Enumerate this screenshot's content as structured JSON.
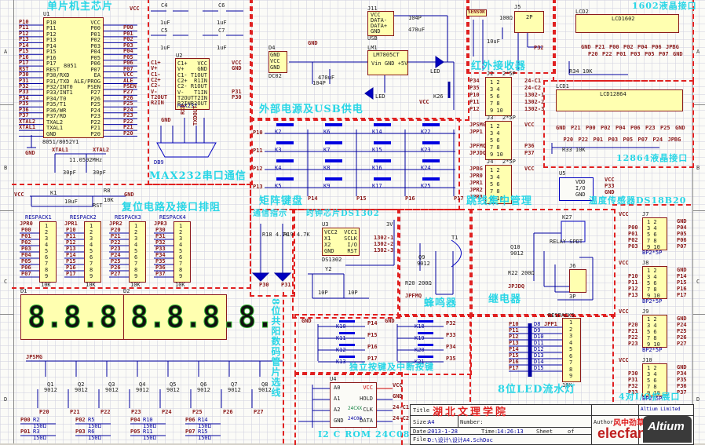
{
  "schematic": {
    "sections": [
      {
        "id": "mcu",
        "title": "单片机主芯片"
      },
      {
        "id": "max232",
        "title": "MAX232串口通信"
      },
      {
        "id": "power",
        "title": "外部电源及USB供电"
      },
      {
        "id": "ir",
        "title": "红外接收器"
      },
      {
        "id": "lcd1602",
        "title": "1602液晶接口"
      },
      {
        "id": "lcd12864",
        "title": "12864液晶接口"
      },
      {
        "id": "matrix",
        "title": "矩阵键盘"
      },
      {
        "id": "jumper",
        "title": "跳线集中管理"
      },
      {
        "id": "ds18b20",
        "title": "温度传感器DS18B20"
      },
      {
        "id": "reset",
        "title": "复位电路及接口排阻"
      },
      {
        "id": "comm",
        "title": "通信指示"
      },
      {
        "id": "clock",
        "title": "时钟芯片DS1302"
      },
      {
        "id": "buzzer",
        "title": "蜂鸣器"
      },
      {
        "id": "relay",
        "title": "继电器"
      },
      {
        "id": "seg",
        "title": "8位共阳数码管片选线"
      },
      {
        "id": "keys",
        "title": "独立按键及中断按键"
      },
      {
        "id": "leds",
        "title": "8位LED流水灯"
      },
      {
        "id": "io",
        "title": "4对I/O扩展口"
      },
      {
        "id": "eeprom",
        "title": "I2 C ROM 24C08"
      }
    ],
    "mcu": {
      "ref": "U1",
      "part": "8051",
      "footer": "8051/8052Y1",
      "left_pins": [
        "P10",
        "P11",
        "P12",
        "P13",
        "P14",
        "P15",
        "P16",
        "P17",
        "REST",
        "P30/RXD",
        "P31/TXD",
        "P32/INT0",
        "P33/INT1",
        "P34/T0",
        "P35/T1",
        "P36/WR",
        "P37/RD",
        "TXAL2",
        "TXAL1",
        "GND"
      ],
      "left_nets": [
        "P10",
        "P11",
        "P12",
        "P13",
        "P14",
        "P15",
        "P16",
        "P17",
        "RST",
        "P30",
        "P31",
        "P32",
        "P33",
        "P34",
        "P35",
        "P36",
        "P37",
        "XTAL2",
        "XTAL1",
        ""
      ],
      "right_pins": [
        "VCC",
        "P00",
        "P01",
        "P02",
        "P03",
        "P04",
        "P05",
        "P06",
        "P07",
        "EA",
        "ALE/PROG",
        "PSEN",
        "P27",
        "P26",
        "P25",
        "P24",
        "P23",
        "P22",
        "P21",
        "P20"
      ],
      "right_nets": [
        "",
        "P00",
        "P01",
        "P02",
        "P03",
        "P04",
        "P05",
        "P06",
        "P07",
        "VCC",
        "ALE",
        "PSEN",
        "P27",
        "P26",
        "P25",
        "P24",
        "P23",
        "P22",
        "P21",
        "P20"
      ],
      "crystal": "11.0592MHz",
      "c1": "30pF",
      "c3": "30pF",
      "xtal1": "XTAL1",
      "xtal2": "XTAL2",
      "vcc": "VCC",
      "gnd": "GND"
    },
    "max232": {
      "ref": "U2",
      "part": "MAX232",
      "left_pins": [
        "C1+",
        "V+",
        "C1-",
        "C2+",
        "C2-",
        "V-",
        "T2OUT",
        "R2IN"
      ],
      "right_pins": [
        "VCC",
        "GND",
        "T1OUT",
        "R1IN",
        "R1OUT",
        "T1IN",
        "T2IN",
        "R2OUT"
      ],
      "right_nets": [
        "VCC",
        "GND",
        "",
        "",
        "",
        "P31",
        "P30",
        ""
      ],
      "caps": [
        {
          "ref": "C4",
          "val": "1uF"
        },
        {
          "ref": "C5",
          "val": "1uF"
        },
        {
          "ref": "C6",
          "val": "1uF"
        },
        {
          "ref": "C7",
          "val": "1uF"
        }
      ],
      "connector": "DB9",
      "db9_labels": [
        "GND",
        "RXD",
        "TXDOUT"
      ]
    },
    "power": {
      "usb": {
        "ref": "J11",
        "name": "USB",
        "pins": [
          "VCC",
          "DATA-",
          "DATA+",
          "GND"
        ]
      },
      "dc": {
        "ref": "D4",
        "name": "DC02",
        "pins": [
          "GND",
          "VCC",
          "GND"
        ]
      },
      "regulator": {
        "ref": "LM1",
        "part": "LM7805CT",
        "pins": "Vin GND +5V"
      },
      "c9": "104P",
      "c10": "470uF",
      "c12": "104P",
      "c13": "470uF",
      "d7": "LED",
      "d6": "LED",
      "switch": "K26",
      "vcc": "VCC",
      "gnd": "GND"
    },
    "ir": {
      "sensor": "SENSOR",
      "ref": "J5",
      "part": "2P",
      "r21": "100Ω",
      "c14": "10uF",
      "net": "P32"
    },
    "lcd1602": {
      "ref": "LCD2",
      "part": "LCD1602",
      "nets": [
        "GND",
        "P20",
        "P21",
        "P22",
        "P00",
        "P01",
        "P02",
        "P03",
        "P04",
        "P05",
        "P06",
        "P07",
        "JPBG",
        "GND"
      ],
      "pot": "R34 10K"
    },
    "lcd12864": {
      "ref": "LCD1",
      "part": "LCD12864",
      "nets": [
        "GND",
        "P20",
        "P21",
        "P22",
        "P00",
        "P01",
        "P02",
        "P03",
        "P04",
        "P05",
        "P06",
        "P07",
        "P23",
        "P24",
        "P25",
        "JPBG",
        "GND"
      ],
      "pot": "R33 10K"
    },
    "matrix": {
      "rows": [
        "P10",
        "P11",
        "P12",
        "P13"
      ],
      "cols": [
        "P14",
        "P15",
        "P16",
        "P17"
      ],
      "keys": [
        [
          "K2",
          "K6",
          "K14",
          "K22"
        ],
        [
          "K3",
          "K7",
          "K15",
          "K23"
        ],
        [
          "K4",
          "K8",
          "K16",
          "K24"
        ],
        [
          "K5",
          "K9",
          "K17",
          "K25"
        ]
      ]
    },
    "jumper": {
      "headers": [
        {
          "ref": "J2",
          "part": "2*5P",
          "left": [
            "P34",
            "P35",
            "P10",
            "P11",
            "P12"
          ],
          "right": [
            "24-C1",
            "24-C2",
            "1302-1",
            "1302-2",
            "1302-3"
          ]
        },
        {
          "ref": "J3",
          "part": "2*5P",
          "left": [
            "JPSMG",
            "JPP1",
            "",
            "JPFMQ",
            "JPJDQ"
          ],
          "right": [
            "VCC",
            "",
            "",
            "P36",
            "P37"
          ]
        },
        {
          "ref": "J4",
          "part": "2*5P",
          "left": [
            "JPBG",
            "JPR0",
            "JPR1",
            "JPR2",
            "JPR3"
          ],
          "right": [
            "VCC",
            "",
            "",
            "",
            ""
          ]
        }
      ]
    },
    "ds18b20": {
      "ref": "U5",
      "part": "DS18B20",
      "pins": [
        "VDD",
        "I/O",
        "GND"
      ],
      "nets": [
        "VCC",
        "P33",
        "GND"
      ]
    },
    "reset": {
      "r1": "K1",
      "r8": "R8",
      "r8_val": "10K",
      "c2": "10uF",
      "net": "RST",
      "vcc": "VCC",
      "gnd": "GND",
      "respacks": [
        {
          "ref": "RESPACK1",
          "jp": "JPR0",
          "nets": [
            "P00",
            "P01",
            "P02",
            "P03",
            "P04",
            "P05",
            "P06",
            "P07"
          ],
          "val": "10K"
        },
        {
          "ref": "RESPACK2",
          "jp": "JPR1",
          "nets": [
            "P10",
            "P11",
            "P12",
            "P13",
            "P14",
            "P15",
            "P16",
            "P17"
          ],
          "val": "10K"
        },
        {
          "ref": "RESPACK3",
          "jp": "JPR2",
          "nets": [
            "P20",
            "P21",
            "P22",
            "P23",
            "P24",
            "P25",
            "P26",
            "P27"
          ],
          "val": "10K"
        },
        {
          "ref": "RESPACK4",
          "jp": "JPR3",
          "nets": [
            "P30",
            "P31",
            "P32",
            "P33",
            "P34",
            "P35",
            "P36",
            "P37"
          ],
          "val": "10K"
        }
      ]
    },
    "comm": {
      "r18": "R18 4.7K",
      "r19": "R19 4.7K",
      "d3": "P30",
      "d5": "P31"
    },
    "clock": {
      "ref": "U3",
      "part": "DS1302",
      "pins_left": [
        "VCC2",
        "X1",
        "X2",
        "GND"
      ],
      "pins_right": [
        "VCC1",
        "SCLK",
        "I/O",
        "RST"
      ],
      "nets_right": [
        "1302-1",
        "1302-2",
        "1302-3"
      ],
      "battery": "3V",
      "crystal": "Y2",
      "c8": "10P",
      "c11": "10P"
    },
    "buzzer": {
      "ref": "T1",
      "q": "Q9",
      "q_part": "9012",
      "r20": "R20 200Ω",
      "net": "JPFMQ"
    },
    "relay": {
      "ref": "K27",
      "part": "RELAY-SPDT",
      "q": "Q10",
      "q_part": "9012",
      "r22": "R22 200Ω",
      "net": "JPJDQ",
      "conn": "J6",
      "conn_part": "3P"
    },
    "seg": {
      "d1": "D1",
      "d2": "D2",
      "digits": "8.8.8.8.",
      "transistors": [
        "Q1",
        "Q2",
        "Q3",
        "Q4",
        "Q5",
        "Q6",
        "Q7",
        "Q8"
      ],
      "q_part": "9012",
      "bases": [
        "P20",
        "P21",
        "P22",
        "P23",
        "P24",
        "P25",
        "P26",
        "P27"
      ],
      "net": "JPSMG",
      "seg_res": [
        {
          "ref": "R2",
          "net": "P00"
        },
        {
          "ref": "R3",
          "net": "P01"
        },
        {
          "ref": "R5",
          "net": "P02"
        },
        {
          "ref": "R6",
          "net": "P03"
        },
        {
          "ref": "R10",
          "net": "P04"
        },
        {
          "ref": "R11",
          "net": "P05"
        },
        {
          "ref": "R14",
          "net": "P06"
        },
        {
          "ref": "R15",
          "net": "P07"
        }
      ],
      "seg_val": "150Ω"
    },
    "keys": {
      "left": [
        {
          "ref": "K10",
          "net": "P14"
        },
        {
          "ref": "K11",
          "net": "P15"
        },
        {
          "ref": "K12",
          "net": "P16"
        },
        {
          "ref": "K13",
          "net": "P17"
        }
      ],
      "right": [
        {
          "ref": "K18",
          "net": "P32"
        },
        {
          "ref": "K19",
          "net": "P33"
        },
        {
          "ref": "K20",
          "net": "P34"
        },
        {
          "ref": "K21",
          "net": "P35"
        }
      ],
      "gnd": "GND"
    },
    "leds": {
      "ref": "JPP1",
      "pack": "RESPACK5",
      "val": "10K",
      "nets": [
        "P10",
        "P11",
        "P12",
        "P13",
        "P14",
        "P15",
        "P16",
        "P17"
      ],
      "leds": [
        "D8",
        "D9",
        "D10",
        "D11",
        "D12",
        "D13",
        "D14",
        "D15"
      ]
    },
    "io": {
      "headers": [
        {
          "ref": "J7",
          "part": "BP2*5P",
          "left": [
            "P00",
            "P01",
            "P02",
            "P03"
          ],
          "right": [
            "GND",
            "P04",
            "P05",
            "P06",
            "P07"
          ]
        },
        {
          "ref": "J8",
          "part": "BP2*5P",
          "left": [
            "P10",
            "P11",
            "P12",
            "P13"
          ],
          "right": [
            "GND",
            "P14",
            "P15",
            "P16",
            "P17"
          ]
        },
        {
          "ref": "J9",
          "part": "BP2*5P",
          "left": [
            "P20",
            "P21",
            "P22",
            "P23"
          ],
          "right": [
            "GND",
            "P24",
            "P25",
            "P26",
            "P27"
          ]
        },
        {
          "ref": "J10",
          "part": "BP2*5P",
          "left": [
            "P30",
            "P31",
            "P32",
            "P33"
          ],
          "right": [
            "GND",
            "P34",
            "P35",
            "P36",
            "P37"
          ]
        }
      ],
      "vcc": "VCC"
    },
    "eeprom": {
      "ref": "U4",
      "part": "24C08",
      "alt": "24CXX",
      "left": [
        "A0",
        "A1",
        "A2",
        "GND"
      ],
      "right": [
        "VCC",
        "HOLD",
        "CLK",
        "DATA"
      ],
      "nets": [
        "VCC",
        "GND",
        "24-C1",
        "24-C2"
      ]
    },
    "title_block": {
      "title_label": "Title",
      "title": "湖北文理学院",
      "size_label": "Size:",
      "size": "A4",
      "number_label": "Number:",
      "author_label": "Author:",
      "author": "风中劲草",
      "date_label": "Date:",
      "date": "2013-1-28",
      "time_label": "Time:",
      "time": "14:26:13",
      "sheet_label": "Sheet",
      "of_label": "of",
      "file_label": "File:",
      "file": "D:\\设计\\设计A4.SchDoc",
      "company": "Altium Limited",
      "watermark": "elecfans·com",
      "logo": "Altium"
    },
    "zones": {
      "left": [
        "A",
        "B",
        "C",
        "D"
      ],
      "right": [
        "A",
        "B",
        "C",
        "D"
      ]
    },
    "colors": {
      "region": "#e02020",
      "section_title": "#29d6e6",
      "net": "#8b1a1a",
      "wire": "#0000a0",
      "comp_fill": "#ffffb0",
      "comp_border": "#8b1a1a"
    }
  }
}
